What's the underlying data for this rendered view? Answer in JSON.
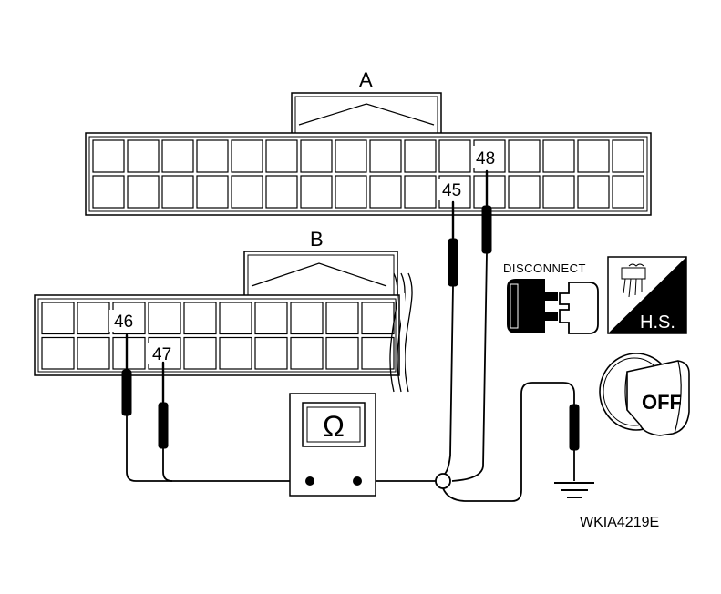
{
  "connectors": {
    "a": {
      "label": "A",
      "pins": [
        "45",
        "48"
      ]
    },
    "b": {
      "label": "B",
      "pins": [
        "46",
        "47"
      ]
    }
  },
  "meter": {
    "symbol": "Ω"
  },
  "icons": {
    "disconnect": {
      "label": "DISCONNECT",
      "icon": "disconnect-connector-icon"
    },
    "harness_side": {
      "label": "H.S.",
      "icon": "harness-side-icon"
    },
    "ignition": {
      "label": "OFF",
      "icon": "ignition-key-off-icon"
    }
  },
  "figure_code": "WKIA4219E"
}
